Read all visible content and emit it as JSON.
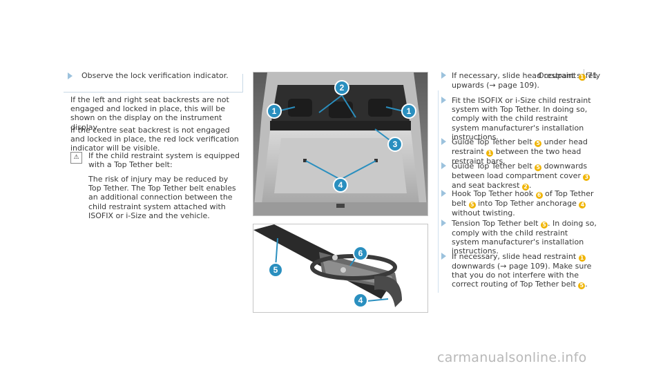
{
  "header": {
    "section": "Occupant safety",
    "page": "71"
  },
  "left": {
    "step": "Observe the lock verification indicator.",
    "para1": "If the left and right seat backrests are not engaged and locked in place, this will be shown on the display on the instrument display.",
    "para2": "If the centre seat backrest is not engaged and locked in place, the red lock verification indicator will be visible.",
    "child_intro": "If the child restraint system is equipped with a Top Tether belt:",
    "child_note": "The risk of injury may be reduced by Top Tether. The Top Tether belt enables an additional connection between the child restraint system attached with ISOFIX or i-Size and the vehicle.",
    "child_icon": "child-seat-icon"
  },
  "figure1": {
    "callouts": [
      "1",
      "2",
      "1",
      "3",
      "4"
    ]
  },
  "figure2": {
    "callouts": [
      "6",
      "5",
      "4"
    ]
  },
  "right": {
    "items": [
      {
        "a": "If necessary, slide head restraint ",
        "n1": "1",
        "b": " upwards (→ page 109)."
      },
      {
        "a": "Fit the ISOFIX or i-Size child restraint system with Top Tether. In doing so, comply with the child restraint system manufacturer's installation instructions."
      },
      {
        "a": "Guide Top Tether belt ",
        "n1": "5",
        "b": " under head restraint ",
        "n2": "1",
        "c": " between the two head restraint bars."
      },
      {
        "a": "Guide Top Tether belt ",
        "n1": "5",
        "b": " downwards between load compartment cover ",
        "n2": "3",
        "c": " and seat backrest ",
        "n3": "2",
        "d": "."
      },
      {
        "a": "Hook Top Tether hook ",
        "n1": "6",
        "b": " of Top Tether belt ",
        "n2": "5",
        "c": " into Top Tether anchorage ",
        "n3": "4",
        "d": " without twisting."
      },
      {
        "a": "Tension Top Tether belt ",
        "n1": "5",
        "b": ". In doing so, comply with the child restraint system manufacturer's installation instructions."
      },
      {
        "a": "If necessary, slide head restraint ",
        "n1": "1",
        "b": " downwards (→ page 109). Make sure that you do not interfere with the correct routing of Top Tether belt ",
        "n2": "5",
        "c": "."
      }
    ]
  },
  "watermark": "carmanualsonline.info"
}
